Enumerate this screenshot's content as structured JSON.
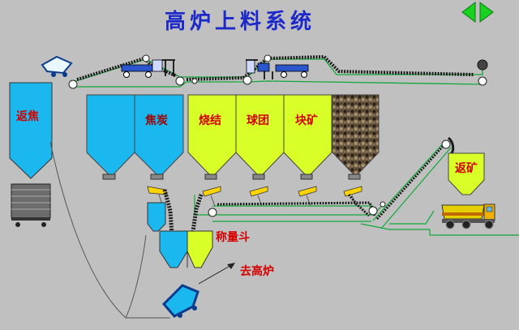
{
  "page": {
    "title": "高炉上料系统"
  },
  "navigation": {
    "prev_icon": "triangle-left-icon",
    "next_icon": "triangle-right-icon",
    "color": "#19d11f"
  },
  "bins": {
    "return_coke": "返焦",
    "coke": "焦炭",
    "sinter": "烧结",
    "pellet": "球团",
    "lump_ore": "块矿",
    "return_ore": "返矿"
  },
  "labels": {
    "weigh_hopper": "称量斗",
    "to_furnace": "去高炉"
  },
  "colors": {
    "coke_bin": "#1bb8ef",
    "ore_bin": "#d8ff28",
    "title": "#1c28c8",
    "label": "#d40000",
    "background": "#c0c0c0",
    "belt": "#12a83a"
  }
}
